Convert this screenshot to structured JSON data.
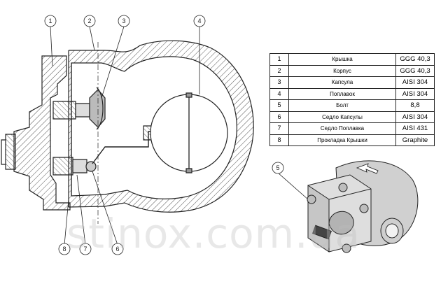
{
  "callouts": [
    {
      "label": "1"
    },
    {
      "label": "2"
    },
    {
      "label": "3"
    },
    {
      "label": "4"
    },
    {
      "label": "5"
    },
    {
      "label": "6"
    },
    {
      "label": "7"
    },
    {
      "label": "8"
    }
  ],
  "parts_table": [
    {
      "no": "1",
      "name": "Крышка",
      "material": "GGG 40,3"
    },
    {
      "no": "2",
      "name": "Корпус",
      "material": "GGG 40,3"
    },
    {
      "no": "3",
      "name": "Капсула",
      "material": "AISI 304"
    },
    {
      "no": "4",
      "name": "Поплавок",
      "material": "AISI 304"
    },
    {
      "no": "5",
      "name": "Болт",
      "material": "8,8"
    },
    {
      "no": "6",
      "name": "Седло Капсулы",
      "material": "AISI 304"
    },
    {
      "no": "7",
      "name": "Седло Поплавка",
      "material": "AISI 431"
    },
    {
      "no": "8",
      "name": "Прокладка Крышки",
      "material": "Graphite"
    }
  ],
  "watermark": "stinox.com.ua",
  "colors": {
    "line": "#222222",
    "hatch": "#555555",
    "body_fill": "#ffffff",
    "table_border": "#222222"
  }
}
